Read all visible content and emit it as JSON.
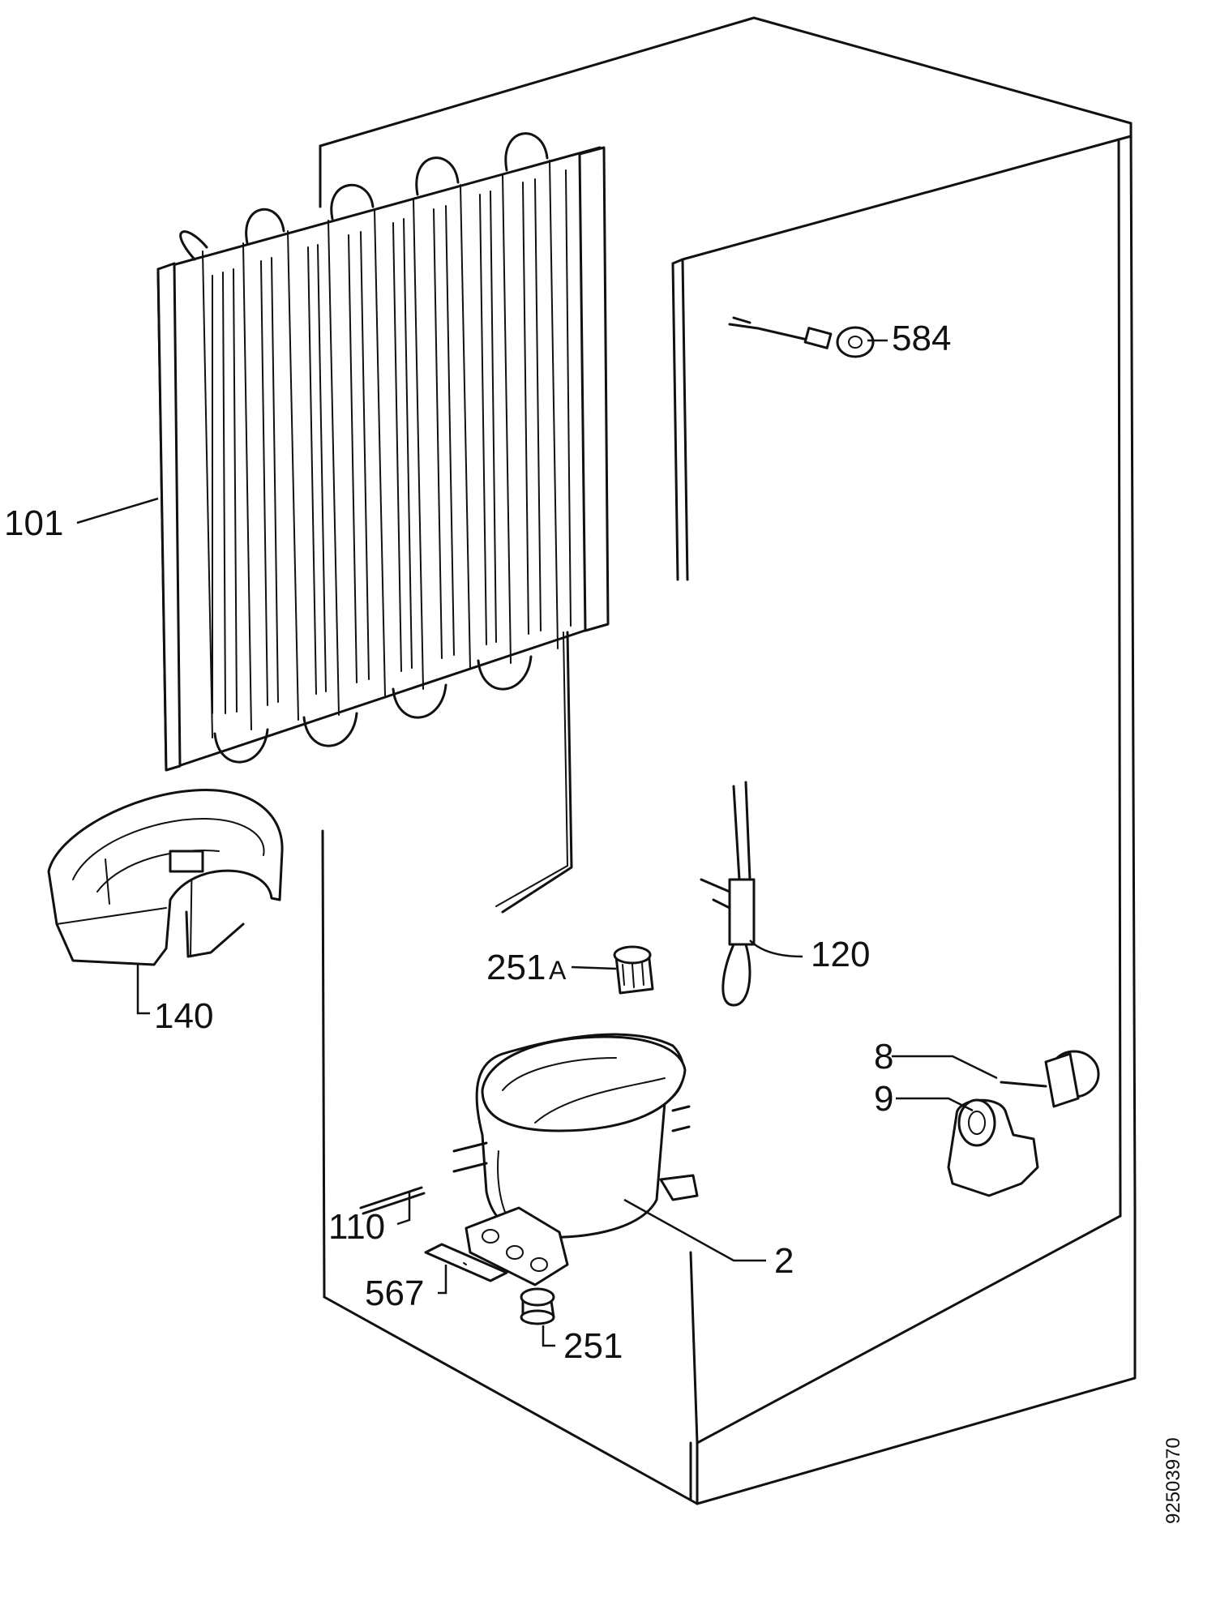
{
  "labels": {
    "p101": "101",
    "p584": "584",
    "p140": "140",
    "p251a_num": "251",
    "p251a_suffix": "A",
    "p120": "120",
    "p8": "8",
    "p9": "9",
    "p110": "110",
    "p2": "2",
    "p567": "567",
    "p251": "251"
  },
  "document_id": "92503970",
  "colors": {
    "ink": "#111111",
    "paper": "#ffffff"
  }
}
